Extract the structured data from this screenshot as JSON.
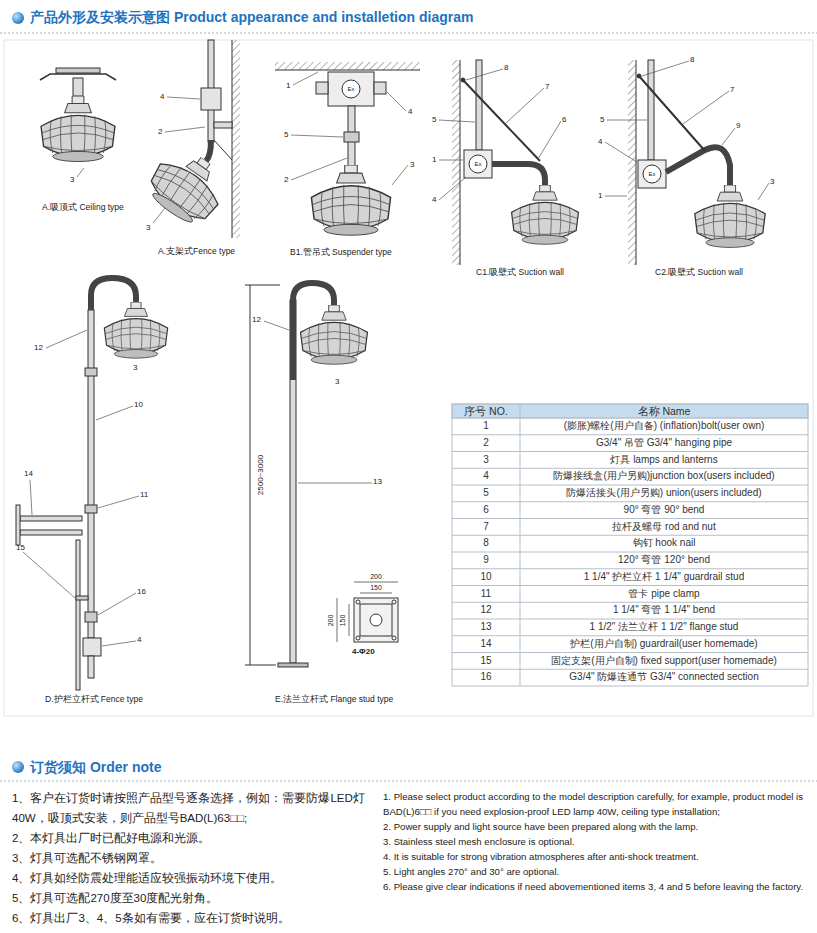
{
  "diagram": {
    "title": "产品外形及安装示意图 Product appearance and installetion diagram",
    "labels": [
      "3",
      "A.吸顶式 Ceiling type",
      "4",
      "2",
      "3",
      "A.支架式Fence type",
      "1",
      "5",
      "4",
      "2",
      "3",
      "B1.管吊式 Suspender type",
      "8",
      "7",
      "5",
      "6",
      "1",
      "4",
      "C1.吸壁式  Suction wall",
      "8",
      "7",
      "5",
      "9",
      "4",
      "1",
      "3",
      "C2.吸壁式  Suction wall",
      "12",
      "3",
      "10",
      "14",
      "11",
      "15",
      "16",
      "4",
      "D.护栏立杆式 Fence type",
      "12",
      "3",
      "2500~3000",
      "13",
      "200",
      "150",
      "200",
      "150",
      "4-Φ20",
      "E.法兰立杆式  Flange stud type",
      "Ex",
      "Ex",
      "Ex",
      "序号 NO.",
      "名称 Name",
      "1",
      "(膨胀)螺栓(用户自备) (inflation)bolt(user own)",
      "2",
      "G3/4\" 吊管 G3/4\" hanging pipe",
      "3",
      "灯具 lamps and lanterns",
      "4",
      "防爆接线盒(用户另购)junction box(users included)",
      "5",
      "防爆活接头(用户另购) union(users included)",
      "6",
      "90° 弯管 90° bend",
      "7",
      "拉杆及螺母 rod and nut",
      "8",
      "钩钉 hook nail",
      "9",
      "120° 弯管 120° bend",
      "10",
      "1 1/4\" 护栏立杆 1 1/4\" guardrail stud",
      "11",
      "管卡 pipe clamp",
      "12",
      "1 1/4\" 弯管 1 1/4\" bend",
      "13",
      "1 1/2\" 法兰立杆 1 1/2\" flange stud",
      "14",
      "护栏(用户自制) guardrail(user homemade)",
      "15",
      "固定支架(用户自制) fixed support(user homemade)",
      "16",
      "G3/4\" 防爆连通节 G3/4\" connected section",
      "订货须知 Order note",
      "1、客户在订货时请按照产品型号逐条选择，例如：需要防爆LED灯40W，吸顶式安装，则产品型号BAD(L)63□□;",
      "2、本灯具出厂时已配好电源和光源。",
      "3、灯具可选配不锈钢网罩。",
      "4、灯具如经防震处理能适应较强振动环境下使用。",
      "5、灯具可选配270度至30度配光射角。",
      "6、灯具出厂3、4、5条如有需要，应在订货时说明。",
      "1. Please select product according to the model description carefully, for example, product model is BAD(L)6□□ if you need explosion-proof LED lamp 40W, ceiling type installation;",
      "2. Power supply and light source have been prepared along with the lamp.",
      "3. Stainless steel mesh enclosure is optional.",
      "4. It is suitable for strong vibration atmospheres after anti-shock treatment.",
      "5. Light angles 270° and 30° are optional.",
      "6. Please give clear indications if need abovementioned items 3, 4 and 5 before leaving the factory."
    ]
  }
}
